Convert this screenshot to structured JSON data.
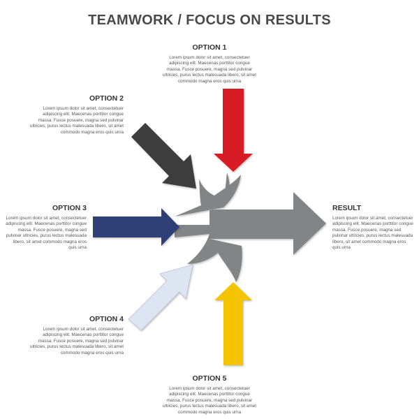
{
  "title": "TEAMWORK / FOCUS ON RESULTS",
  "colors": {
    "option1": "#d71f27",
    "option2": "#3c3c3e",
    "option3": "#2e3f74",
    "option4": "#dde5f2",
    "option5": "#f5c400",
    "result": "#838485"
  },
  "options": [
    {
      "heading": "OPTION 1",
      "body": "Lorem ipsum dolor sit amet, consectetuer adipiscing elit. Maecenas porttitor congue massa. Fusce posuere, magna sed pulvinar ultricies, purus lectus malesuada libero, sit amet commodo magna eros quis urna"
    },
    {
      "heading": "OPTION 2",
      "body": "Lorem ipsum dolor sit amet, consectetuer adipiscing elit. Maecenas porttitor congue massa. Fusce posuere, magna sed pulvinar ultricies, purus lectus malesuada libero, sit amet commodo magna eros quis urna"
    },
    {
      "heading": "OPTION 3",
      "body": "Lorem ipsum dolor sit amet, consectetuer adipiscing elit. Maecenas porttitor congue massa. Fusce posuere, magna sed pulvinar ultricies, purus lectus malesuada libero, sit amet commodo magna eros quis urna"
    },
    {
      "heading": "OPTION 4",
      "body": "Lorem ipsum dolor sit amet, consectetuer adipiscing elit. Maecenas porttitor congue massa. Fusce posuere, magna sed pulvinar ultricies, purus lectus malesuada libero, sit amet commodo magna eros quis urna"
    },
    {
      "heading": "OPTION 5",
      "body": "Lorem ipsum dolor sit amet, consectetuer adipiscing elit. Maecenas porttitor congue massa. Fusce posuere, magna sed pulvinar ultricies, purus lectus malesuada libero, sit amet commodo magna eros quis urna"
    }
  ],
  "result": {
    "heading": "RESULT",
    "body": "Lorem ipsum dolor sit amet, consectetuer adipiscing elit. Maecenas porttitor congue massa. Fusce posuere, magna sed pulvinar ultricies, purus lectus malesuada libero, sit amet commodo magna eros quis urna"
  }
}
